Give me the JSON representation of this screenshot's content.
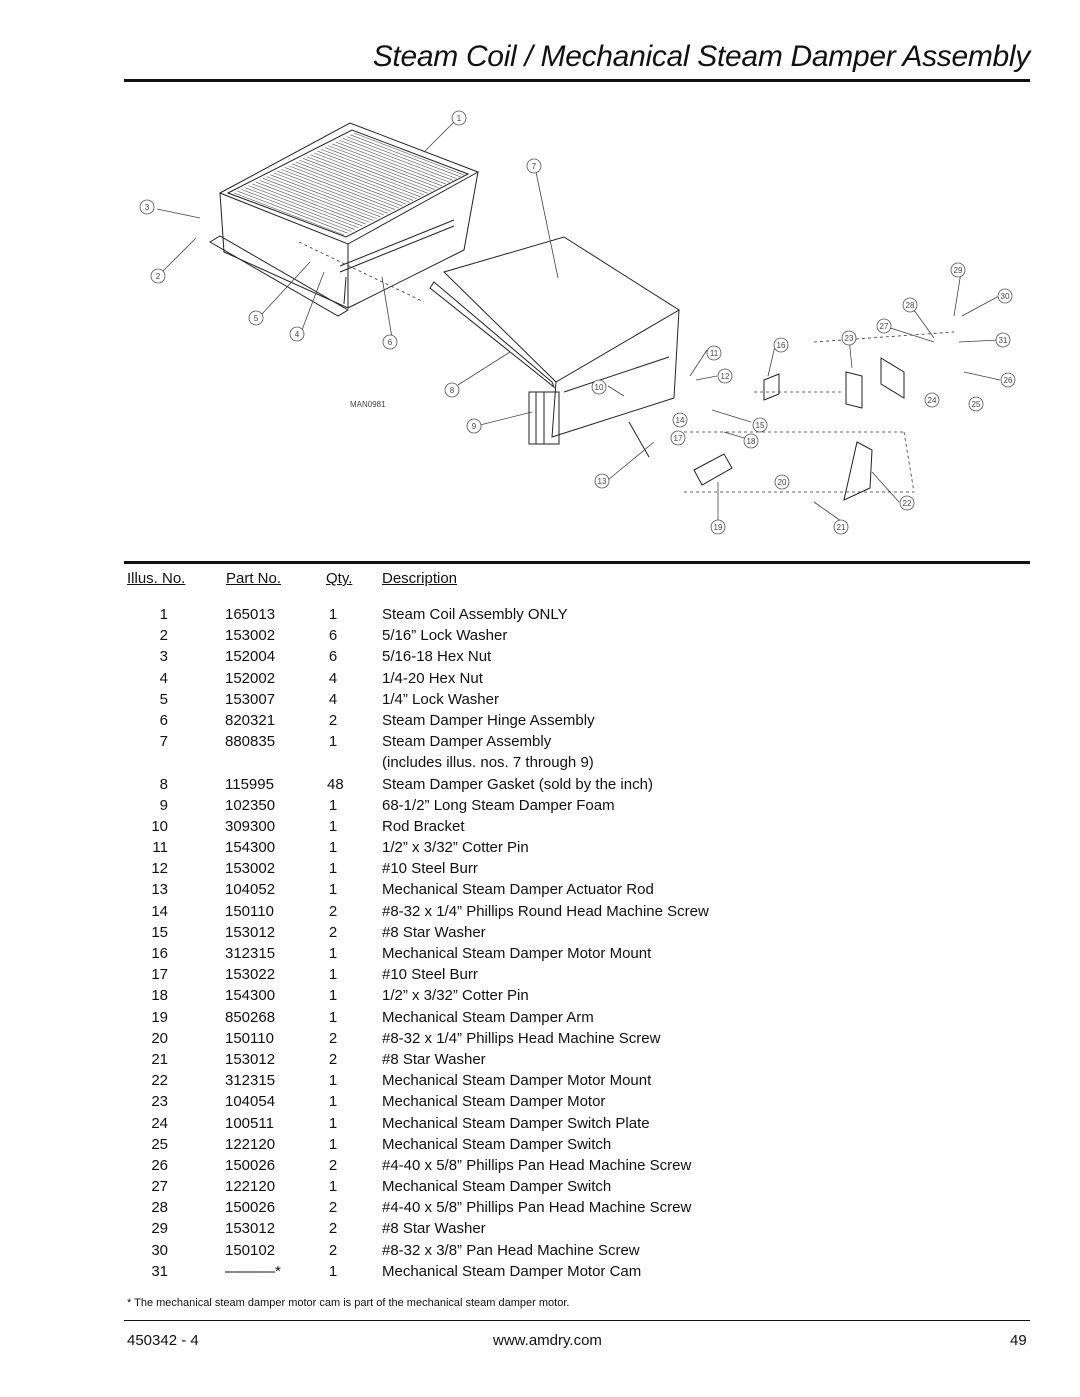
{
  "page": {
    "title": "Steam Coil / Mechanical Steam Damper Assembly",
    "footer_left": "450342 - 4",
    "footer_center": "www.amdry.com",
    "footer_right": "49",
    "footnote": "*  The mechanical steam damper motor cam is part of the mechanical steam damper motor."
  },
  "diagram": {
    "drawing_id": "MAN0981",
    "callouts": [
      "1",
      "2",
      "3",
      "4",
      "5",
      "6",
      "7",
      "8",
      "9",
      "10",
      "11",
      "12",
      "13",
      "14",
      "15",
      "16",
      "17",
      "18",
      "19",
      "20",
      "21",
      "22",
      "23",
      "24",
      "25",
      "26",
      "27",
      "28",
      "29",
      "30",
      "31"
    ]
  },
  "table": {
    "headers": {
      "illus": "Illus. No.",
      "part": "Part No.",
      "qty": "Qty.",
      "desc": "Description"
    },
    "rows": [
      {
        "illus": "1",
        "part": "165013",
        "qty": "1",
        "desc": "Steam Coil Assembly ONLY"
      },
      {
        "illus": "2",
        "part": "153002",
        "qty": "6",
        "desc": "5/16” Lock Washer"
      },
      {
        "illus": "3",
        "part": "152004",
        "qty": "6",
        "desc": "5/16-18 Hex Nut"
      },
      {
        "illus": "4",
        "part": "152002",
        "qty": "4",
        "desc": "1/4-20 Hex Nut"
      },
      {
        "illus": "5",
        "part": "153007",
        "qty": "4",
        "desc": "1/4” Lock Washer"
      },
      {
        "illus": "6",
        "part": "820321",
        "qty": "2",
        "desc": "Steam Damper Hinge Assembly"
      },
      {
        "illus": "7",
        "part": "880835",
        "qty": "1",
        "desc": "Steam Damper Assembly"
      },
      {
        "illus": "",
        "part": "",
        "qty": "",
        "desc": "(includes illus. nos. 7 through 9)"
      },
      {
        "illus": "8",
        "part": "115995",
        "qty": "48",
        "desc": "Steam Damper Gasket (sold by the inch)"
      },
      {
        "illus": "9",
        "part": "102350",
        "qty": "1",
        "desc": "68-1/2” Long Steam Damper Foam"
      },
      {
        "illus": "10",
        "part": "309300",
        "qty": "1",
        "desc": "Rod Bracket"
      },
      {
        "illus": "11",
        "part": "154300",
        "qty": "1",
        "desc": "1/2” x 3/32” Cotter Pin"
      },
      {
        "illus": "12",
        "part": "153002",
        "qty": "1",
        "desc": "#10 Steel Burr"
      },
      {
        "illus": "13",
        "part": "104052",
        "qty": "1",
        "desc": "Mechanical Steam Damper Actuator Rod"
      },
      {
        "illus": "14",
        "part": "150110",
        "qty": "2",
        "desc": "#8-32 x 1/4” Phillips Round Head Machine Screw"
      },
      {
        "illus": "15",
        "part": "153012",
        "qty": "2",
        "desc": "#8 Star Washer"
      },
      {
        "illus": "16",
        "part": "312315",
        "qty": "1",
        "desc": "Mechanical Steam Damper Motor Mount"
      },
      {
        "illus": "17",
        "part": "153022",
        "qty": "1",
        "desc": "#10 Steel Burr"
      },
      {
        "illus": "18",
        "part": "154300",
        "qty": "1",
        "desc": "1/2” x 3/32” Cotter Pin"
      },
      {
        "illus": "19",
        "part": "850268",
        "qty": "1",
        "desc": "Mechanical Steam Damper Arm"
      },
      {
        "illus": "20",
        "part": "150110",
        "qty": "2",
        "desc": "#8-32 x 1/4” Phillips Head Machine Screw"
      },
      {
        "illus": "21",
        "part": "153012",
        "qty": "2",
        "desc": "#8 Star Washer"
      },
      {
        "illus": "22",
        "part": "312315",
        "qty": "1",
        "desc": "Mechanical Steam Damper Motor Mount"
      },
      {
        "illus": "23",
        "part": "104054",
        "qty": "1",
        "desc": "Mechanical Steam Damper Motor"
      },
      {
        "illus": "24",
        "part": "100511",
        "qty": "1",
        "desc": "Mechanical Steam Damper Switch Plate"
      },
      {
        "illus": "25",
        "part": "122120",
        "qty": "1",
        "desc": "Mechanical Steam Damper Switch"
      },
      {
        "illus": "26",
        "part": "150026",
        "qty": "2",
        "desc": "#4-40 x 5/8” Phillips Pan Head Machine Screw"
      },
      {
        "illus": "27",
        "part": "122120",
        "qty": "1",
        "desc": "Mechanical Steam Damper Switch"
      },
      {
        "illus": "28",
        "part": "150026",
        "qty": "2",
        "desc": "#4-40 x 5/8” Phillips Pan Head Machine Screw"
      },
      {
        "illus": "29",
        "part": "153012",
        "qty": "2",
        "desc": "#8 Star Washer"
      },
      {
        "illus": "30",
        "part": "150102",
        "qty": "2",
        "desc": "#8-32 x 3/8” Pan Head Machine Screw"
      },
      {
        "illus": "31",
        "part": "––––––*",
        "qty": "1",
        "desc": "Mechanical Steam Damper Motor Cam"
      }
    ]
  }
}
